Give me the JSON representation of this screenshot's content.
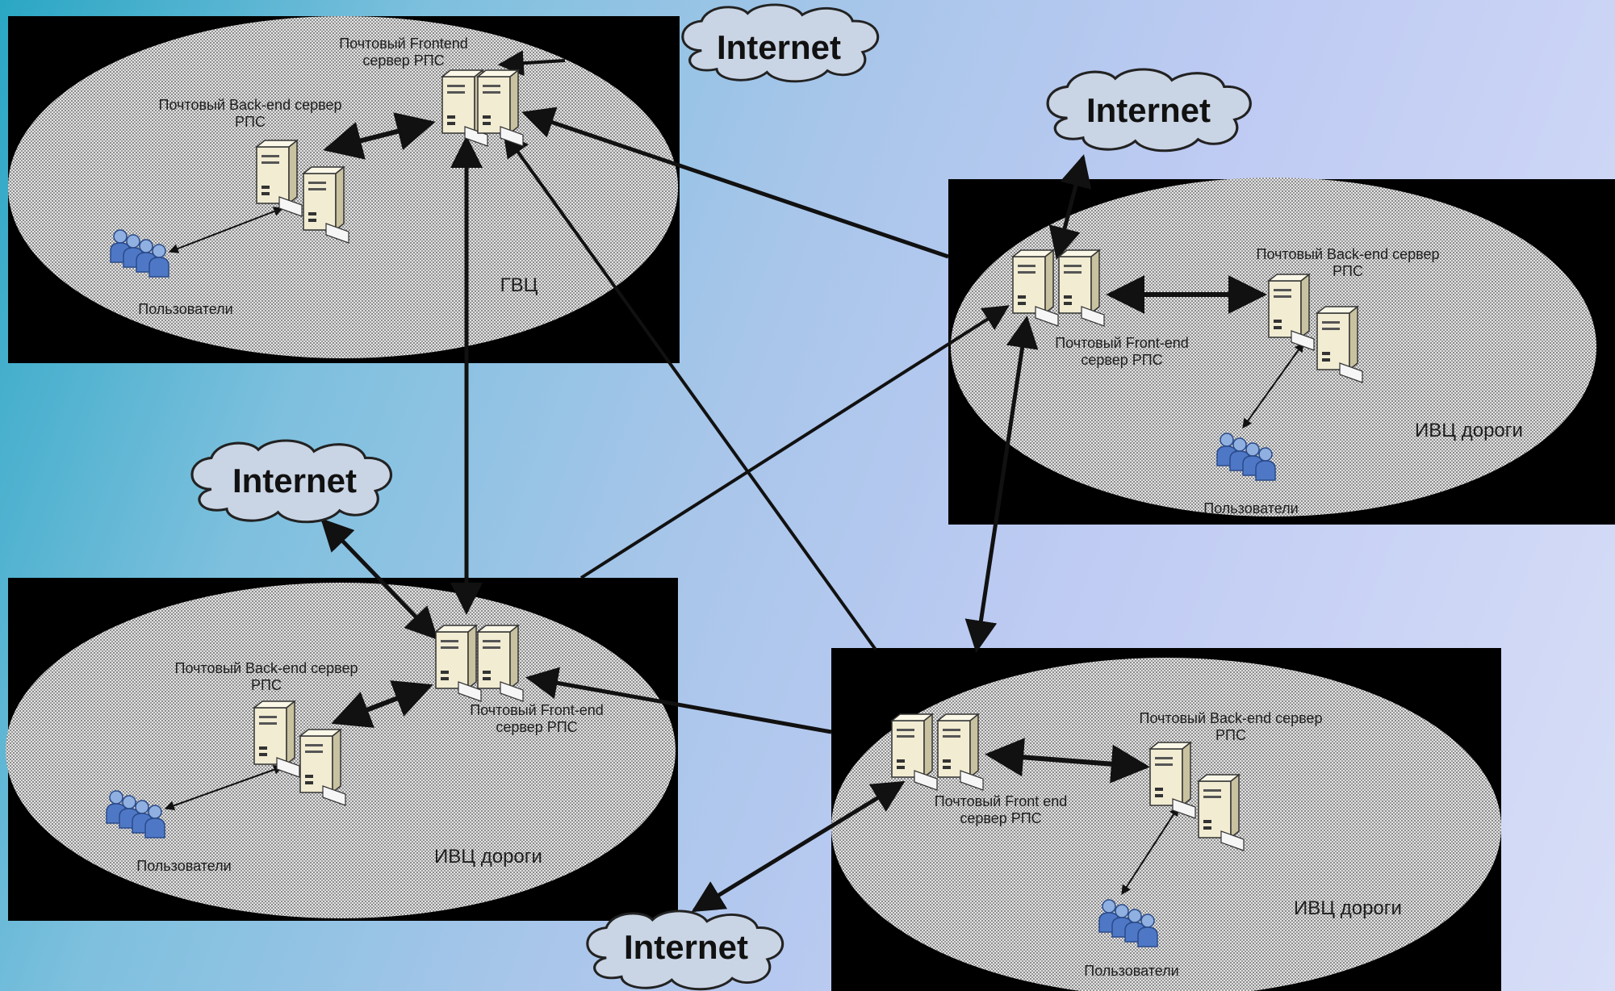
{
  "title": "",
  "clouds": [
    {
      "id": "top",
      "label": "Internet"
    },
    {
      "id": "right",
      "label": "Internet"
    },
    {
      "id": "left",
      "label": "Internet"
    },
    {
      "id": "bottom",
      "label": "Internet"
    }
  ],
  "sites": [
    {
      "id": "gvc",
      "name": "ГВЦ",
      "frontend": "Почтовый Frontend\nсервер РПС",
      "backend": "Почтовый Back-end сервер\nРПС",
      "users": "Пользователи"
    },
    {
      "id": "ivc-right",
      "name": "ИВЦ дороги",
      "frontend": "Почтовый Front-end\nсервер РПС",
      "backend": "Почтовый Back-end сервер\nРПС",
      "users": "Пользователи"
    },
    {
      "id": "ivc-left",
      "name": "ИВЦ дороги",
      "frontend": "Почтовый Front-end\nсервер РПС",
      "backend": "Почтовый Back-end сервер\nРПС",
      "users": "Пользователи"
    },
    {
      "id": "ivc-bottom",
      "name": "ИВЦ дороги",
      "frontend": "Почтовый Front end\nсервер РПС",
      "backend": "Почтовый Back-end сервер\nРПС",
      "users": "Пользователи"
    }
  ],
  "colors": {
    "site_fill": "#cfcfcf",
    "site_border": "#000000",
    "cloud_fill": "#c9d4e4",
    "link": "#111111"
  }
}
